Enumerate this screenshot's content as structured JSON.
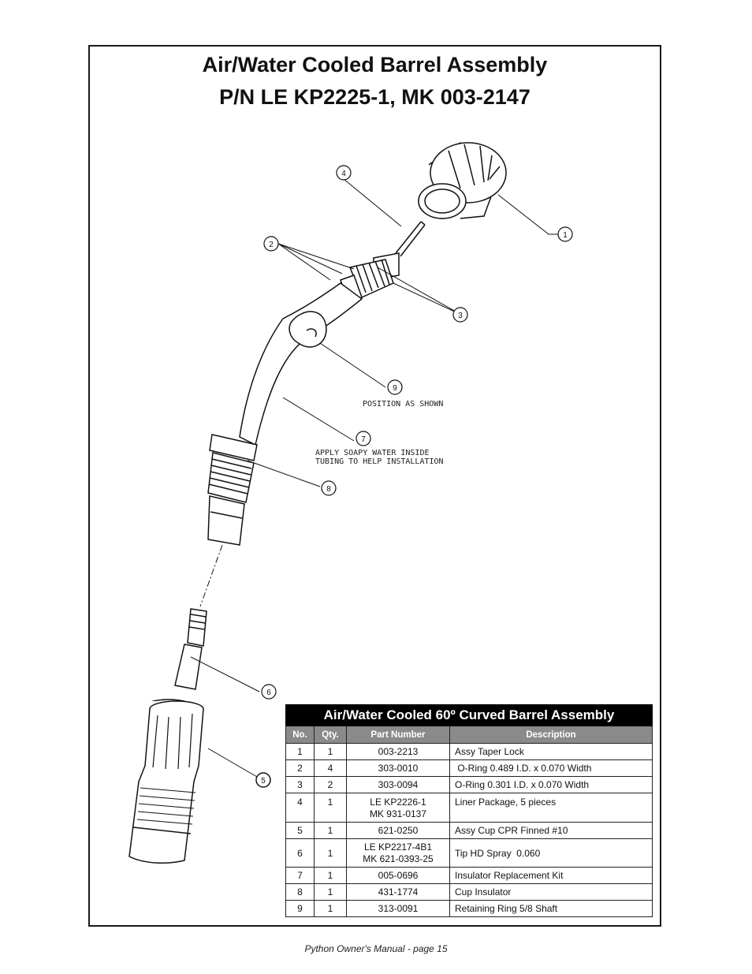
{
  "title": {
    "line1": "Air/Water Cooled Barrel Assembly",
    "line2": "P/N LE KP2225-1, MK 003-2147"
  },
  "drawing": {
    "callouts": [
      "1",
      "2",
      "3",
      "4",
      "5",
      "6",
      "7",
      "8",
      "9"
    ],
    "note_position": "POSITION AS SHOWN",
    "note_water_1": "APPLY SOAPY WATER INSIDE",
    "note_water_2": "TUBING TO HELP INSTALLATION"
  },
  "table": {
    "caption": "Air/Water Cooled 60º Curved Barrel Assembly",
    "headers": [
      "No.",
      "Qty.",
      "Part Number",
      "Description"
    ],
    "rows": [
      {
        "no": "1",
        "qty": "1",
        "pn1": "003-2213",
        "pn2": "",
        "desc": "Assy Taper Lock"
      },
      {
        "no": "2",
        "qty": "4",
        "pn1": "303-0010",
        "pn2": "",
        "desc": " O-Ring 0.489 I.D. x 0.070 Width"
      },
      {
        "no": "3",
        "qty": "2",
        "pn1": "303-0094",
        "pn2": "",
        "desc": "O-Ring 0.301 I.D. x 0.070 Width"
      },
      {
        "no": "4",
        "qty": "1",
        "pn1": "LE KP2226-1",
        "pn2": "MK 931-0137",
        "desc": "Liner Package, 5 pieces"
      },
      {
        "no": "5",
        "qty": "1",
        "pn1": "621-0250",
        "pn2": "",
        "desc": "Assy Cup CPR Finned #10"
      },
      {
        "no": "6",
        "qty": "1",
        "pn1": "LE KP2217-4B1",
        "pn2": "MK 621-0393-25",
        "desc": "Tip HD Spray  0.060"
      },
      {
        "no": "7",
        "qty": "1",
        "pn1": "005-0696",
        "pn2": "",
        "desc": "Insulator Replacement Kit"
      },
      {
        "no": "8",
        "qty": "1",
        "pn1": "431-1774",
        "pn2": "",
        "desc": "Cup Insulator"
      },
      {
        "no": "9",
        "qty": "1",
        "pn1": "313-0091",
        "pn2": "",
        "desc": "Retaining Ring 5/8 Shaft"
      }
    ]
  },
  "footer": "Python Owner's Manual - page 15"
}
